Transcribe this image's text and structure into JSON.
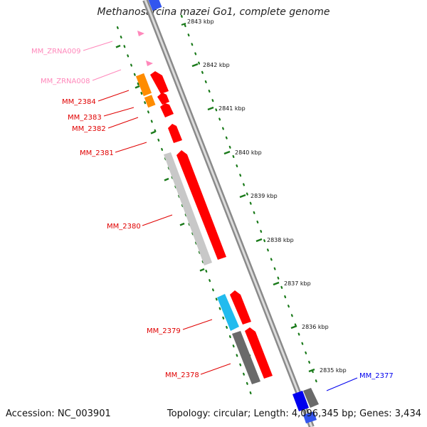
{
  "title": "Methanosarcina mazei Go1, complete genome",
  "accession": "Accession: NC_003901",
  "summary": "Topology: circular; Length: 4,096,345 bp; Genes: 3,434",
  "colors": {
    "forward": "#ff0000",
    "orange": "#ff8c00",
    "rna": "#ff99cc",
    "label_red": "#e00000",
    "label_pink": "#ff88bb",
    "label_blue": "#0000ee",
    "gray_light": "#c8c8c8",
    "gray_dark": "#6a6a6a",
    "cyan": "#22bbee",
    "blue": "#0000ee",
    "scale": "#1a7a1a"
  },
  "scale": {
    "partial_label": "2843 kbp",
    "ticks": [
      {
        "label": "2842 kbp"
      },
      {
        "label": "2841 kbp"
      },
      {
        "label": "2840 kbp"
      },
      {
        "label": "2839 kbp"
      },
      {
        "label": "2838 kbp"
      },
      {
        "label": "2837 kbp"
      },
      {
        "label": "2836 kbp"
      },
      {
        "label": "2835 kbp"
      }
    ]
  },
  "features": [
    {
      "id": "MM_ZRNA009",
      "label": "MM_ZRNA009",
      "kind": "rna",
      "color_key": "label_pink"
    },
    {
      "id": "MM_ZRNA008",
      "label": "MM_ZRNA008",
      "kind": "rna",
      "color_key": "label_pink"
    },
    {
      "id": "MM_2384",
      "label": "MM_2384",
      "kind": "gene",
      "color_key": "label_red"
    },
    {
      "id": "MM_2383",
      "label": "MM_2383",
      "kind": "gene",
      "color_key": "label_red"
    },
    {
      "id": "MM_2382",
      "label": "MM_2382",
      "kind": "gene",
      "color_key": "label_red"
    },
    {
      "id": "MM_2381",
      "label": "MM_2381",
      "kind": "gene",
      "color_key": "label_red"
    },
    {
      "id": "MM_2380",
      "label": "MM_2380",
      "kind": "gene",
      "color_key": "label_red"
    },
    {
      "id": "MM_2379",
      "label": "MM_2379",
      "kind": "gene",
      "color_key": "label_red"
    },
    {
      "id": "MM_2378",
      "label": "MM_2378",
      "kind": "gene",
      "color_key": "label_red"
    },
    {
      "id": "MM_2377",
      "label": "MM_2377",
      "kind": "gene",
      "color_key": "label_blue"
    }
  ]
}
